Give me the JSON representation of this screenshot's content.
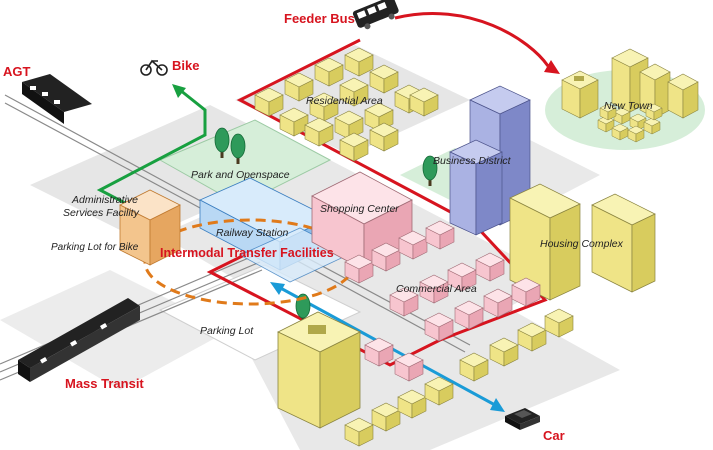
{
  "labels": {
    "feeder_bus": "Feeder Bus",
    "agt": "AGT",
    "bike": "Bike",
    "new_town": "New Town",
    "residential_area": "Residential Area",
    "business_district": "Business District",
    "park_and_openspace": "Park and Openspace",
    "administrative_1": "Administrative",
    "administrative_2": "Services Facility",
    "railway_station": "Railway Station",
    "shopping_center": "Shopping Center",
    "parking_lot_for_bike": "Parking Lot for Bike",
    "intermodal": "Intermodal Transfer Facilities",
    "housing_complex": "Housing Complex",
    "commercial_area": "Commercial Area",
    "parking_lot": "Parking Lot",
    "mass_transit": "Mass Transit",
    "car": "Car"
  },
  "colors": {
    "bus_route": "#d7141f",
    "bike_route": "#18a040",
    "car_route": "#1a9bd7",
    "hub_ring": "#e07a1a",
    "residential": "#f3ea8e",
    "business": "#9aa3d9",
    "commercial": "#f6c5cf",
    "station": "#b9d8f4",
    "park": "#d6eed9",
    "ground": "#e3e3e3"
  },
  "icons": {
    "bus": "bus-icon",
    "bike": "bicycle-icon",
    "car": "car-icon",
    "train": "train-icon",
    "tree": "tree-icon"
  }
}
